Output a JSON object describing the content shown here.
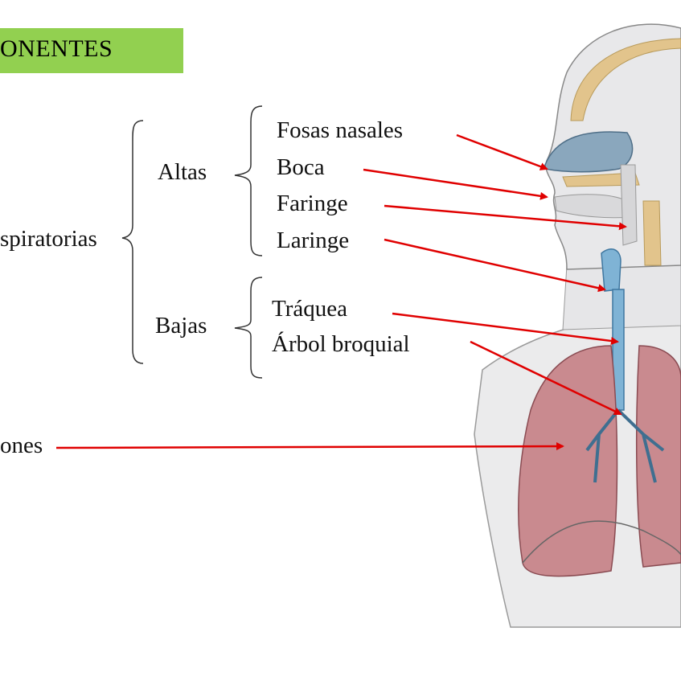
{
  "title": "ONENTES",
  "groups": {
    "main": "spiratorias",
    "upper": "Altas",
    "lower": "Bajas"
  },
  "labels": {
    "fosas": "Fosas nasales",
    "boca": "Boca",
    "faringe": "Faringe",
    "laringe": "Laringe",
    "traquea": "Tráquea",
    "arbol": "Árbol broquial",
    "pulmones": "ones"
  },
  "colors": {
    "title_bg": "#92d050",
    "arrow": "#e00000",
    "lung": "#c98a8f",
    "airway": "#7fb3d5",
    "bone": "#e2c48c",
    "skin": "#e9e9ea"
  }
}
